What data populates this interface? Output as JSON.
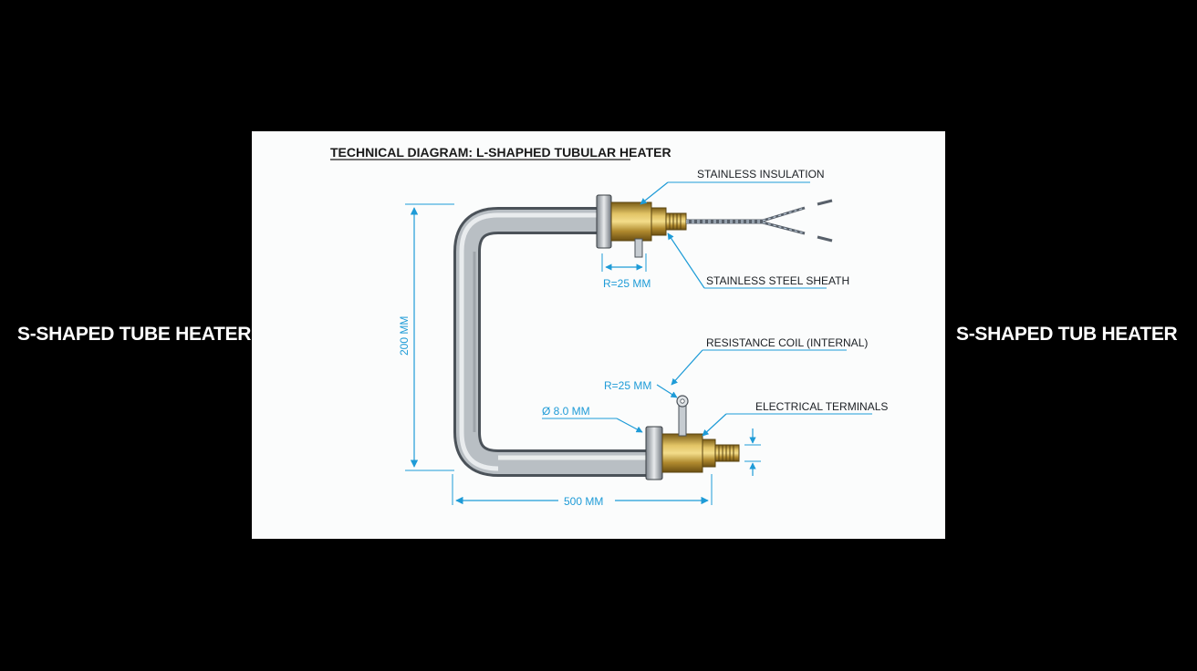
{
  "side_labels": {
    "left": "S-SHAPED TUBE HEATER",
    "right": "S-SHAPED TUB HEATER"
  },
  "diagram": {
    "title": "TECHNICAL DIAGRAM: L-SHAPHED TUBULAR HEATER",
    "callouts": {
      "stainless_insulation": "STAINLESS INSULATION",
      "stainless_steel_sheath": "STAINLESS STEEL SHEATH",
      "resistance_coil": "RESISTANCE COIL (INTERNAL)",
      "electrical_terminals": "ELECTRICAL TERMINALS"
    },
    "dimensions": {
      "height": "200 MM",
      "length": "500 MM",
      "radius_top": "R=25 MM",
      "radius_bottom": "R=25 MM",
      "diameter": "Ø 8.0 MM"
    }
  },
  "colors": {
    "background": "#000000",
    "panel": "#fbfcfc",
    "dimension_blue": "#1e9bd7",
    "brass": "#c9a53f",
    "steel": "#a9afb5"
  }
}
